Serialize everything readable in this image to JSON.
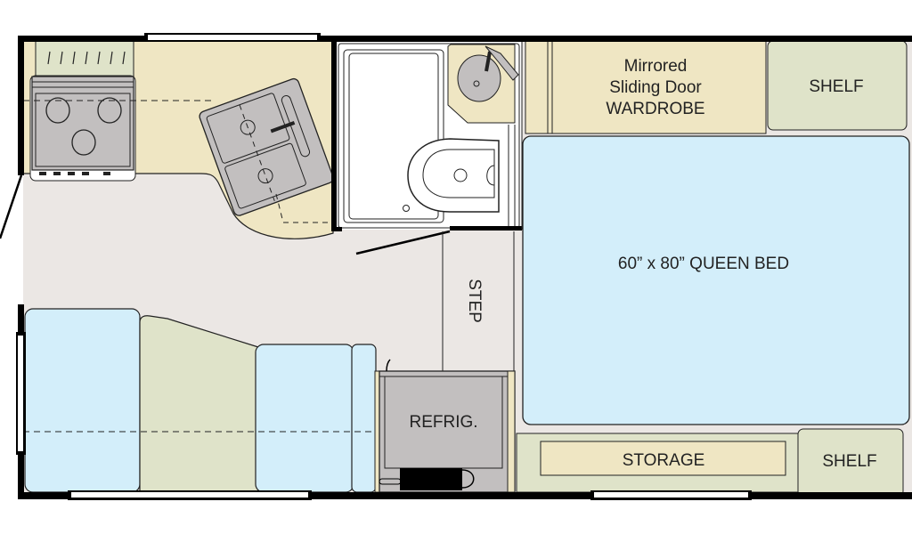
{
  "labels": {
    "wardrobe_line1": "Mirrored",
    "wardrobe_line2": "Sliding Door",
    "wardrobe_line3": "WARDROBE",
    "shelf_top": "SHELF",
    "bed": "60” x 80” QUEEN BED",
    "step": "STEP",
    "refrigerator": "REFRIG.",
    "storage": "STORAGE",
    "shelf_bottom": "SHELF"
  },
  "colors": {
    "floor": "#ebe7e4",
    "counter": "#efe6c3",
    "sage": "#dfe3c9",
    "bed": "#d3eefa",
    "appliance": "#c2bfbf",
    "wall": "#000000"
  }
}
